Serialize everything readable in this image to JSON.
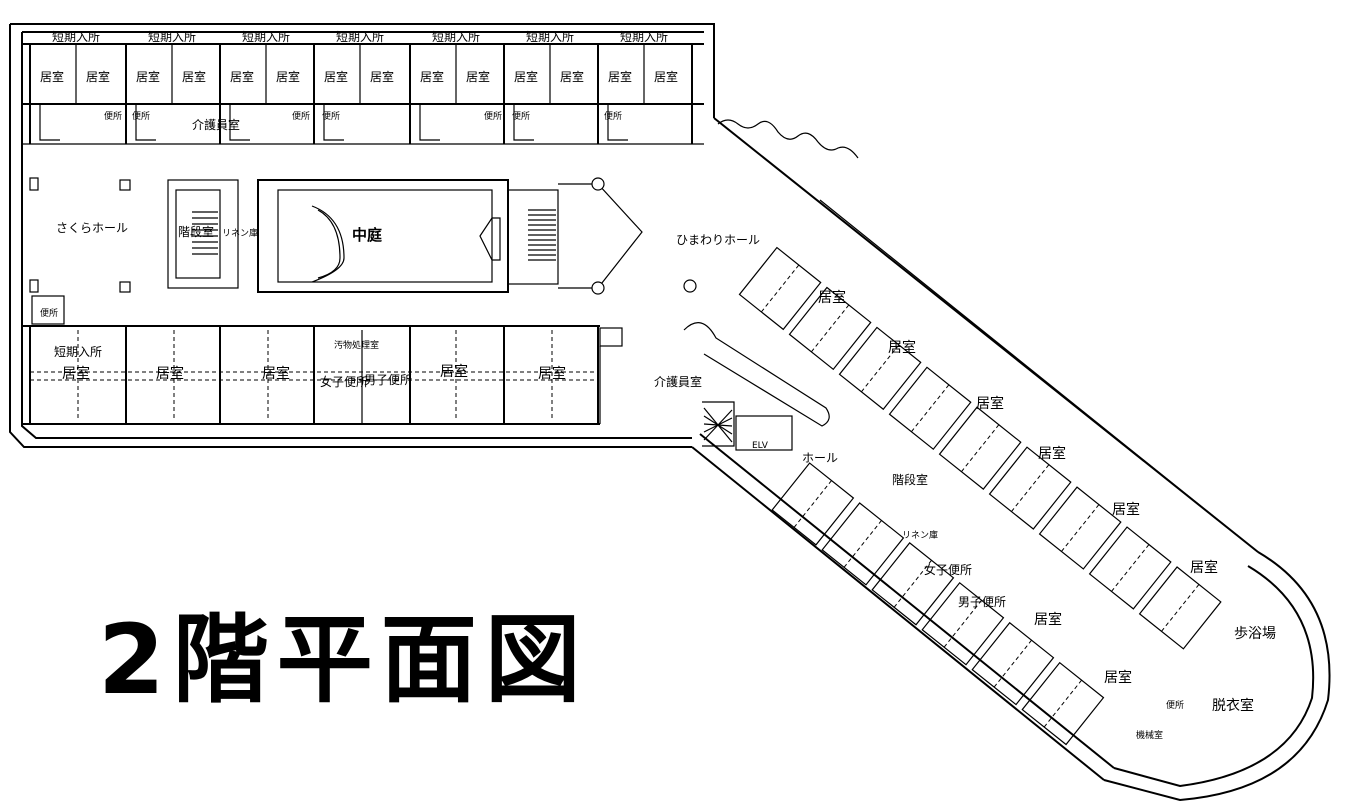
{
  "title": "2階平面図",
  "labels": {
    "short_stay": "短期入所",
    "room": "居室",
    "toilet": "便所",
    "caregiver_room": "介護員室",
    "sakura_hall": "さくらホール",
    "stairs": "階段室",
    "linen": "リネン庫",
    "courtyard": "中庭",
    "himawari_hall": "ひまわりホール",
    "soiled_utility": "汚物処理室",
    "womens_toilet": "女子便所",
    "mens_toilet": "男子便所",
    "elv": "ELV",
    "hall": "ホール",
    "bath": "歩浴場",
    "dressing_room": "脱衣室",
    "machine_room": "機械室"
  }
}
